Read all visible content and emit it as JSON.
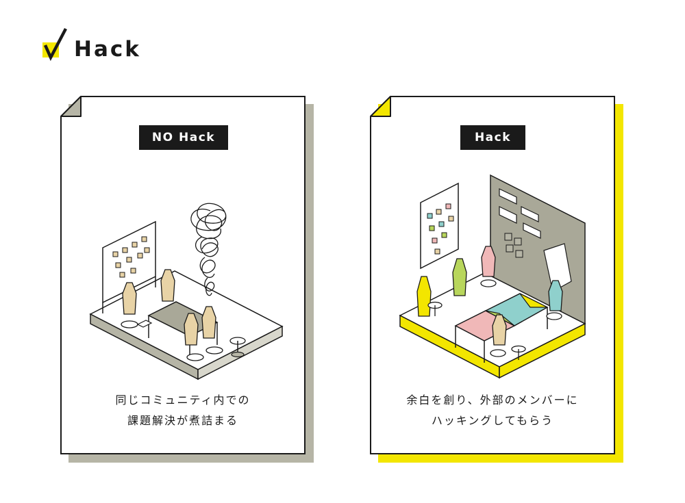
{
  "logo": {
    "text": "Hack",
    "icon": "checkmark-icon",
    "accent": "#f3e600"
  },
  "cards": [
    {
      "badge": "NO Hack",
      "caption_line1": "同じコミュニティ内での",
      "caption_line2": "課題解決が煮詰まる",
      "illustration": "isometric-office-tangled-icon",
      "shadow_color": "#b6b5a6"
    },
    {
      "badge": "Hack",
      "caption_line1": "余白を創り、外部のメンバーに",
      "caption_line2": "ハッキングしてもらう",
      "illustration": "isometric-office-collaboration-icon",
      "shadow_color": "#f3e600"
    }
  ],
  "colors": {
    "ink": "#1a1a1a",
    "grey": "#b6b5a6",
    "yellow": "#f3e600",
    "wheat": "#e8d3a6",
    "green": "#b8d65c",
    "pink": "#f0b8b8",
    "teal": "#8fd0cc",
    "wall_grey": "#a9a898"
  }
}
